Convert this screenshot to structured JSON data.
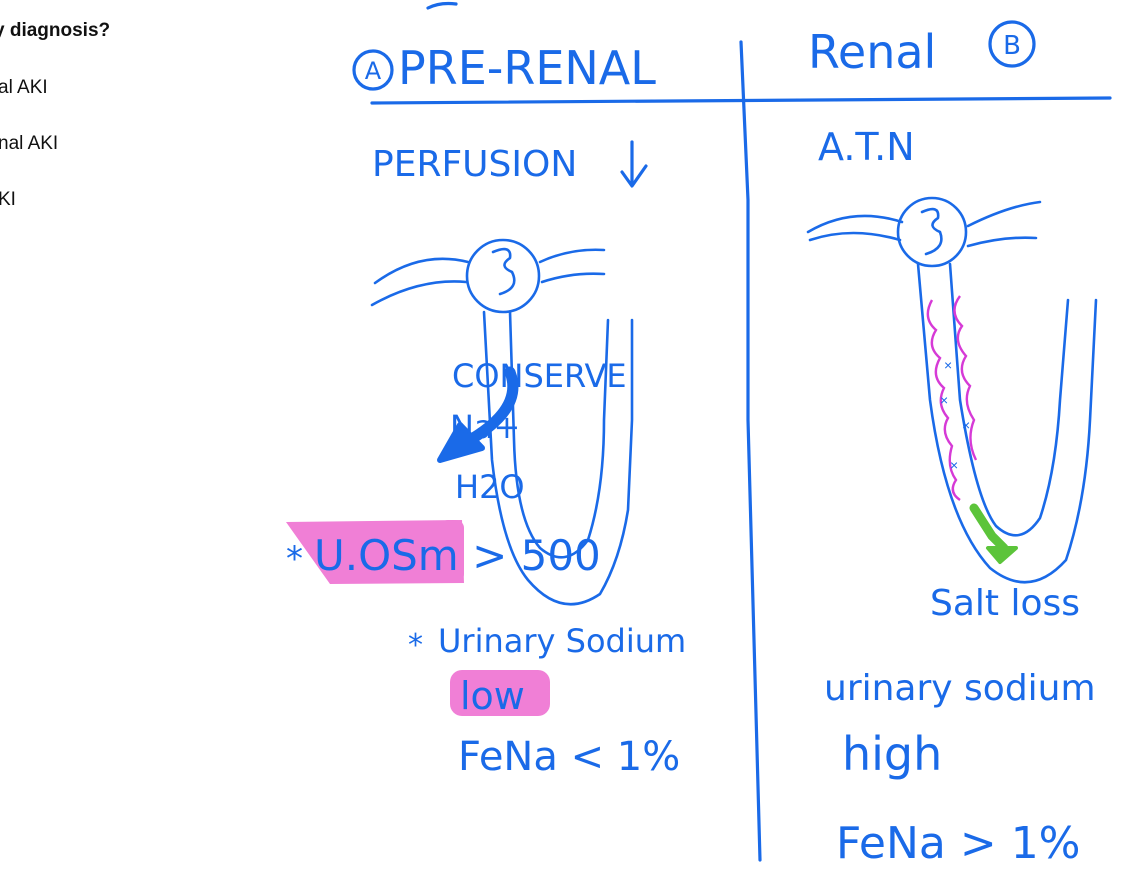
{
  "question": "y diagnosis?",
  "options": [
    "al AKI",
    "nal AKI",
    "KI"
  ],
  "colors": {
    "ink": "#1a6ae8",
    "highlight": "#f07fd6",
    "magenta": "#d63ad6",
    "green": "#5cc43a"
  },
  "left_column": {
    "label_circle": "A",
    "heading": "PRE-RENAL",
    "perfusion": "PERFUSION",
    "conserve": "CONSERVE",
    "na": "Na+",
    "h2o": "H2O",
    "osm_bullet": "*",
    "osm_text": "U.OSm > 500",
    "urinary_bullet": "*",
    "urinary_text": "Urinary Sodium",
    "urinary_value": "low",
    "fena": "FeNa < 1%"
  },
  "right_column": {
    "heading": "Renal",
    "label_circle": "B",
    "atn": "A.T.N",
    "salt": "Salt loss",
    "urinary_text": "urinary sodium",
    "urinary_value": "high",
    "fena": "FeNa > 1%"
  }
}
